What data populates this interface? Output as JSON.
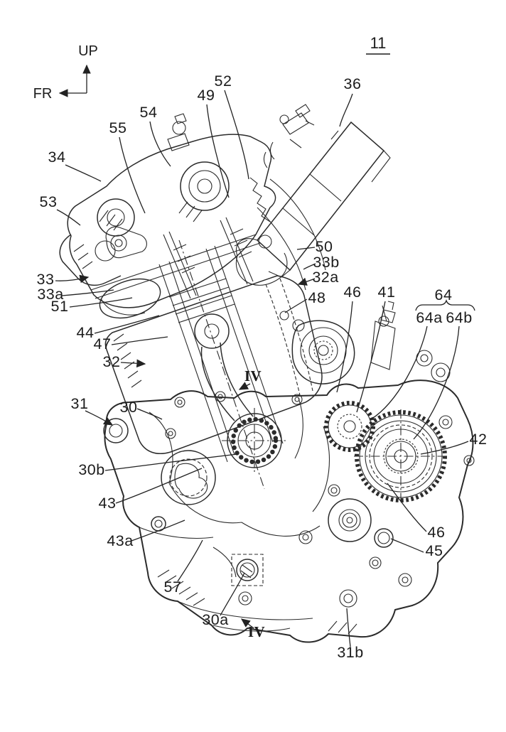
{
  "figure": {
    "number": "11",
    "type": "patent-style engine cross-section line drawing",
    "orientation": {
      "up_label": "UP",
      "front_label": "FR"
    },
    "section_label": "IV"
  },
  "labels": {
    "n36": "36",
    "n52": "52",
    "n49": "49",
    "n54": "54",
    "n55": "55",
    "n34": "34",
    "n53": "53",
    "n33": "33",
    "n33a": "33a",
    "n51": "51",
    "n44": "44",
    "n47": "47",
    "n32": "32",
    "n31": "31",
    "n30": "30",
    "n30b": "30b",
    "n43": "43",
    "n43a": "43a",
    "n57": "57",
    "n30a": "30a",
    "n31b": "31b",
    "n50": "50",
    "n33b": "33b",
    "n32a": "32a",
    "n48": "48",
    "n46_upper": "46",
    "n41": "41",
    "n64": "64",
    "n64a": "64a",
    "n64b": "64b",
    "n42": "42",
    "n46_lower": "46",
    "n45": "45",
    "iv_mid": "IV",
    "iv_bottom": "IV"
  },
  "colors": {
    "line": "#2b2b2b",
    "label": "#1c1c1c",
    "background": "#ffffff"
  }
}
